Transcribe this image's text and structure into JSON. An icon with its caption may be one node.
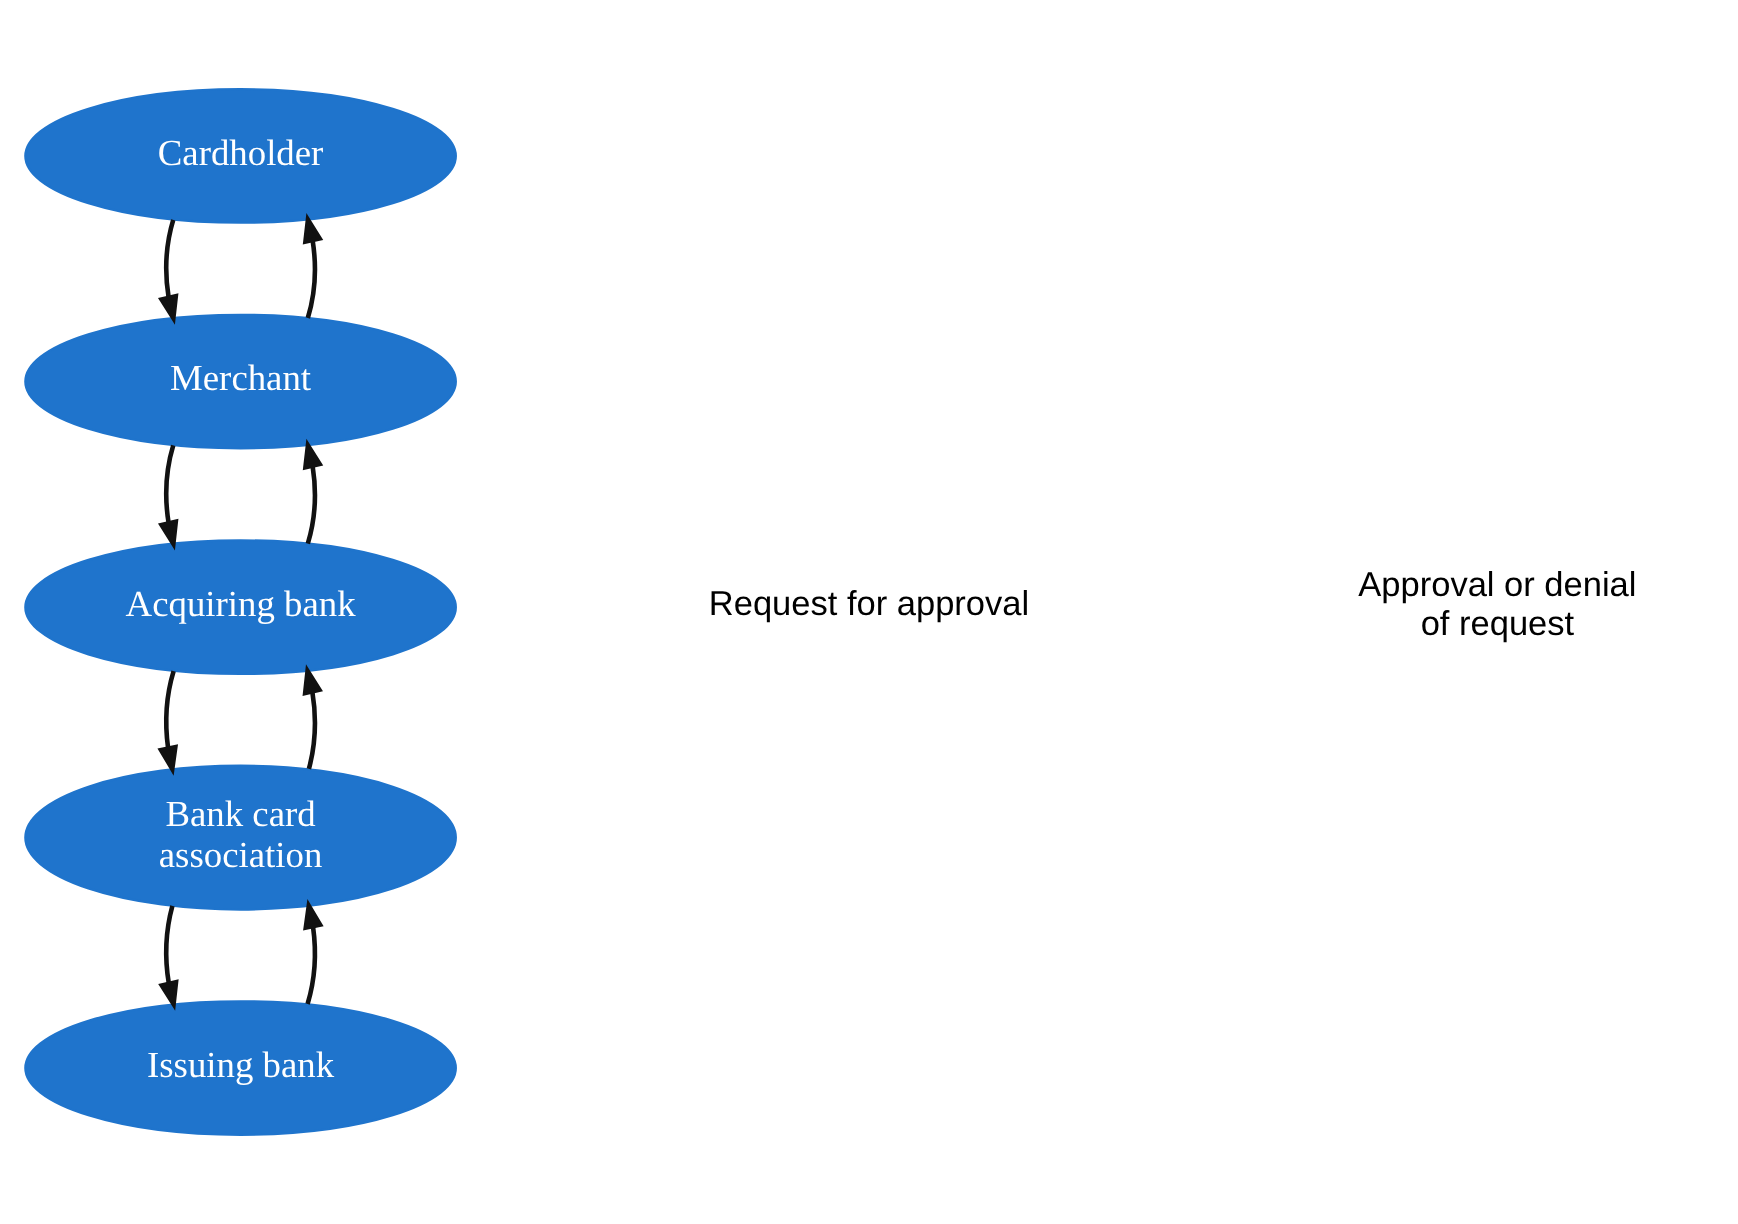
{
  "diagram": {
    "nodes": [
      {
        "text": [
          "Cardholder"
        ]
      },
      {
        "text": [
          "Merchant"
        ]
      },
      {
        "text": [
          "Acquiring bank"
        ]
      },
      {
        "text": [
          "Bank card association"
        ]
      },
      {
        "text": [
          "Issuing bank"
        ]
      }
    ],
    "edges": [
      {
        "from": 0,
        "to": 1,
        "arrow": "to"
      },
      {
        "from": 1,
        "to": 0,
        "arrow": "to"
      },
      {
        "from": 1,
        "to": 2,
        "arrow": "to"
      },
      {
        "from": 2,
        "to": 1,
        "arrow": "to"
      },
      {
        "from": 2,
        "to": 3,
        "arrow": "to"
      },
      {
        "from": 3,
        "to": 2,
        "arrow": "to"
      },
      {
        "from": 3,
        "to": 4,
        "arrow": "to"
      },
      {
        "from": 4,
        "to": 3,
        "arrow": "to"
      }
    ],
    "labels": [
      "Request for approval",
      "Approval or denial of request"
    ]
  }
}
